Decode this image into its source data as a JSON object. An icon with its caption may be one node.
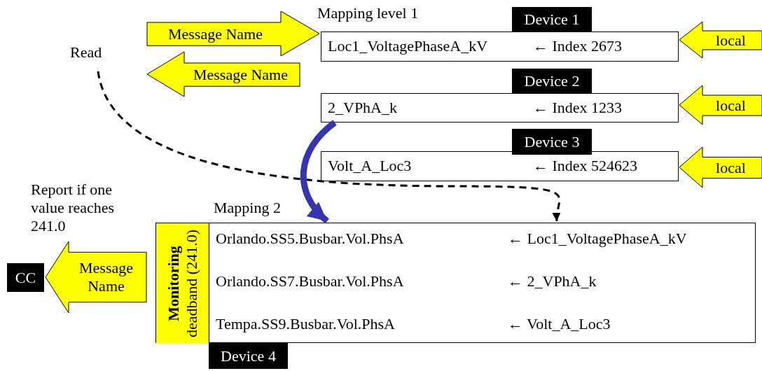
{
  "diagram": {
    "nodes": [
      {
        "text": [
          "Read"
        ]
      },
      {
        "text": [
          "Loc1_VoltagePhaseA_kV",
          "← Index 2673"
        ],
        "beside": [
          "Device 1"
        ]
      },
      {
        "text": [
          "2_VPhA_k",
          "← Index 1233"
        ],
        "beside": [
          "Device 2"
        ]
      },
      {
        "text": [
          "Volt_A_Loc3",
          "← Index 524623"
        ],
        "beside": [
          "Device 3"
        ]
      },
      {
        "text": [
          "Orlando.SS5.Busbar.Vol.PhsA",
          "← Loc1_VoltagePhaseA_kV",
          "Orlando.SS7.Busbar.Vol.PhsA",
          "← 2_VPhA_k",
          "Tempa.SS9.Busbar.Vol.PhsA",
          "← Volt_A_Loc3"
        ],
        "beside": [
          "Device 4"
        ]
      },
      {
        "text": [
          "Monitoring",
          "deadband (241.0)"
        ],
        "in": 4
      },
      {
        "text": [
          "CC"
        ]
      }
    ],
    "edges": [
      {
        "from": 0,
        "to": 1,
        "label": "Message Name",
        "arrow": "to",
        "style": "thick",
        "color": "#ffff00"
      },
      {
        "from": 1,
        "to": 0,
        "label": "Message Name",
        "arrow": "to",
        "style": "thick",
        "color": "#ffff00"
      },
      {
        "from": null,
        "to": 1,
        "label": "local",
        "arrow": "to",
        "style": "thick",
        "color": "#ffff00"
      },
      {
        "from": null,
        "to": 2,
        "label": "local",
        "arrow": "to",
        "style": "thick",
        "color": "#ffff00"
      },
      {
        "from": null,
        "to": 3,
        "label": "local",
        "arrow": "to",
        "style": "thick",
        "color": "#ffff00"
      },
      {
        "from": 0,
        "to": 4,
        "arrow": "to",
        "style": "dashed"
      },
      {
        "from": 2,
        "to": 4,
        "arrow": "to",
        "style": "thick",
        "color": "#3535b0"
      },
      {
        "from": 5,
        "to": 6,
        "label": "Message Name",
        "arrow": "to",
        "style": "thick",
        "color": "#ffff00"
      }
    ],
    "labels": [
      "Mapping level 1",
      "Report if one value reaches 241.0",
      "Mapping 2"
    ]
  }
}
